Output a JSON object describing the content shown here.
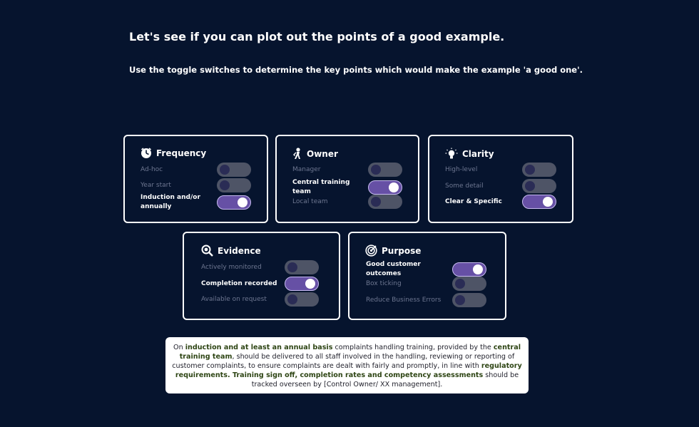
{
  "header": {
    "title": "Let's see if you can plot out the points of a good example.",
    "subtitle": "Use the toggle switches to determine the key points which would make the example 'a good one'."
  },
  "cards": {
    "frequency": {
      "title": "Frequency",
      "icon": "clock-icon",
      "options": [
        {
          "label": "Ad-hoc",
          "on": false
        },
        {
          "label": "Year start",
          "on": false
        },
        {
          "label": "Induction and/or annually",
          "on": true
        }
      ]
    },
    "owner": {
      "title": "Owner",
      "icon": "key-person-icon",
      "options": [
        {
          "label": "Manager",
          "on": false
        },
        {
          "label": "Central training team",
          "on": true
        },
        {
          "label": "Local team",
          "on": false
        }
      ]
    },
    "clarity": {
      "title": "Clarity",
      "icon": "lightbulb-icon",
      "options": [
        {
          "label": "High-level",
          "on": false
        },
        {
          "label": "Some detail",
          "on": false
        },
        {
          "label": "Clear & Specific",
          "on": true
        }
      ]
    },
    "evidence": {
      "title": "Evidence",
      "icon": "magnifier-icon",
      "options": [
        {
          "label": "Actively monitored",
          "on": false
        },
        {
          "label": "Completion recorded",
          "on": true
        },
        {
          "label": "Available on request",
          "on": false
        }
      ]
    },
    "purpose": {
      "title": "Purpose",
      "icon": "target-icon",
      "options": [
        {
          "label": "Good customer outcomes",
          "on": true
        },
        {
          "label": "Box ticking",
          "on": false
        },
        {
          "label": "Reduce Business Errors",
          "on": false
        }
      ]
    }
  },
  "summary": {
    "t1": "On ",
    "h1": "induction and at least an annual basis",
    "t2": " complaints handling training, provided by the ",
    "h2": "central training team",
    "t3": ", should be delivered to all staff involved in the handling, reviewing or reporting of customer complaints, to ensure complaints are dealt with fairly and promptly, in line with ",
    "h3": "regulatory requirements. Training sign off, completion rates and competency assessments",
    "t4": " should be tracked overseen by [Control Owner/ XX management]."
  },
  "colors": {
    "background": "#06142e",
    "toggle_on": "#6650a5",
    "toggle_off": "#4e5466",
    "highlight_text": "#2d4413"
  }
}
